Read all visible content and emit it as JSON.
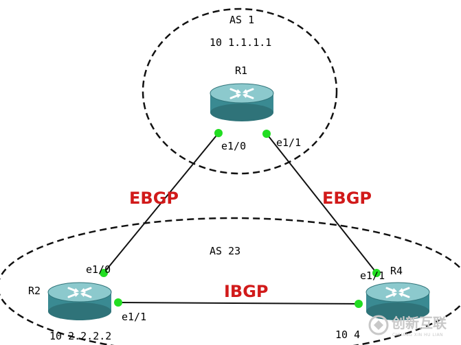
{
  "areas": {
    "as1": {
      "label": "AS 1",
      "loopback": "10 1.1.1.1"
    },
    "as23": {
      "label": "AS 23"
    }
  },
  "routers": {
    "r1": {
      "name": "R1",
      "interfaces": [
        "e1/0",
        "e1/1"
      ]
    },
    "r2": {
      "name": "R2",
      "interfaces": [
        "e1/0",
        "e1/1"
      ],
      "loopback": "10 2.2.2.2"
    },
    "r4": {
      "name": "R4",
      "interfaces": [
        "e1/1"
      ],
      "loopback": "10 4"
    }
  },
  "links": {
    "r1_r2": "EBGP",
    "r1_r4": "EBGP",
    "r2_r4": "IBGP"
  },
  "watermark": {
    "text_cn": "创新互联",
    "text_en": "CHUANG XIN HU LIAN"
  },
  "colors": {
    "router_body": "#3d8f96",
    "router_top": "#7fc4c9",
    "port": "#22dd22",
    "protocol_label": "#d11a1a"
  }
}
